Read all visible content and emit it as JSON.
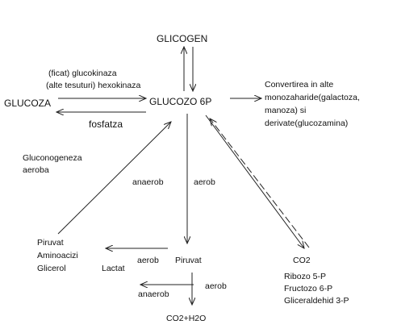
{
  "nodes": {
    "glicogen": "GLICOGEN",
    "glucoza": "GLUCOZA",
    "glucozo6p": "GLUCOZO 6P",
    "ficat": "(ficat) glucokinaza",
    "alte": "(alte tesuturi) hexokinaza",
    "fosfatza": "fosfatza",
    "convertirea": [
      "Convertirea in alte",
      "monozaharide(galactoza,",
      "manoza) si",
      "derivate(glucozamina)"
    ],
    "gluconeogeneza": [
      "Gluconogeneza",
      "aeroba"
    ],
    "anaerob": "anaerob",
    "aerob": "aerob",
    "precursori": [
      "Piruvat",
      "Aminoacizi",
      "Glicerol"
    ],
    "piruvat": "Piruvat",
    "lactat": "Lactat",
    "aerob_lactat": "aerob",
    "anaerob_lactat": "anaerob",
    "aerob_final": "aerob",
    "co2h2o": "CO2+H2O",
    "co2": "CO2",
    "produse": [
      "Ribozo 5-P",
      "Fructozo 6-P",
      "Gliceraldehid 3-P"
    ]
  },
  "colors": {
    "line": "#222222",
    "text": "#111111",
    "background": "#ffffff"
  }
}
